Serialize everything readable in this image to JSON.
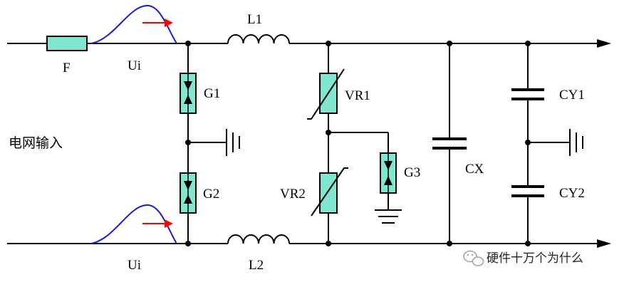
{
  "labels": {
    "fuse": "F",
    "ui_top": "Ui",
    "ui_bottom": "Ui",
    "l1": "L1",
    "l2": "L2",
    "g1": "G1",
    "g2": "G2",
    "g3": "G3",
    "vr1": "VR1",
    "vr2": "VR2",
    "cx": "CX",
    "cy1": "CY1",
    "cy2": "CY2",
    "input": "电网输入"
  },
  "watermark": "硬件十万个为什么",
  "colors": {
    "component_fill": "#80e6cf",
    "wire": "#000000",
    "surge_curve": "#1a1ad0",
    "surge_arrow": "#ff0000"
  }
}
